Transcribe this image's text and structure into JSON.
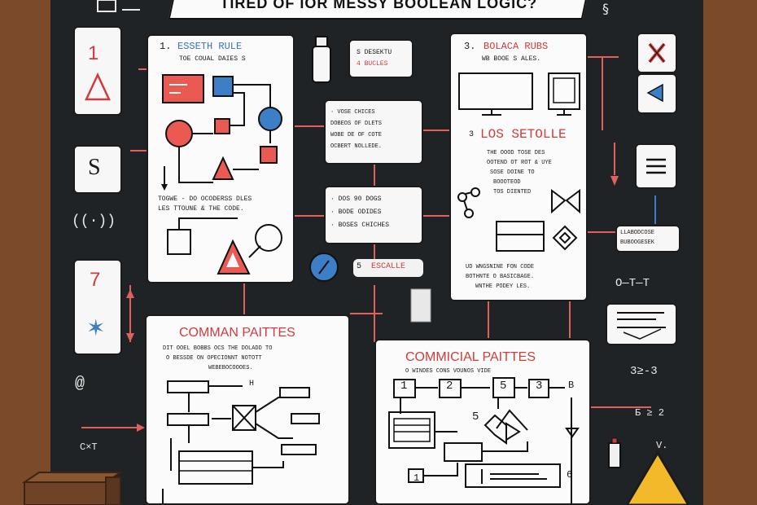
{
  "title": "TIRED OF IOR MESSY BOOLEAN LOGIC?",
  "left_rail": {
    "items": [
      {
        "label": "1"
      },
      {
        "label": "S"
      },
      {
        "label": "((·))"
      },
      {
        "label": "7"
      },
      {
        "label": "@"
      },
      {
        "label": "C×T"
      }
    ]
  },
  "card_essential": {
    "number": "1.",
    "heading": "ESSETH RULE",
    "subheading": "TOE COUAL DAIES S",
    "caption_line1": "TOGWE - DO OCODERSS DLES",
    "caption_line2": "LES TTOUNE & THE CODE."
  },
  "note_top_mid": {
    "line1": "S DESEKTU",
    "line2": "4 BUCLES"
  },
  "note_mid_text": {
    "line1": "· VOSE CHICES",
    "line2": "DOBEOS OF DLETS",
    "line3": "WOBE DE OF COTE",
    "line4": "OCBERT NOLLEDE."
  },
  "note_mid_list": {
    "line1": "· DOS 90 DOGS",
    "line2": "· BODE ODIDES",
    "line3": "· BOSES CHICHES"
  },
  "escalle": {
    "number": "5",
    "label": "ESCALLE"
  },
  "card_boolean": {
    "number": "3.",
    "heading": "BOLACA RUBS",
    "subheading": "WB BOOE S ALES.",
    "section_number": "3",
    "section_heading": "LOS SETOLLE",
    "para_line1": "THE OOOD TOSE DES",
    "para_line2": "OOTEND OT ROT & UYE",
    "para_line3": "SOSE DOINE TO",
    "para_line4": "BOOOTEOD",
    "para_line5": "TOS DIENTED",
    "foot_line1": "UD WNGSNINE FON CODE",
    "foot_line2": "BOTHNTE O BASICBAGE.",
    "foot_line3": "WNTHE PODEY LES."
  },
  "card_common": {
    "heading": "COMMAN PAITTES",
    "intro_line1": "DIT OOEL BOBBS OCS THE DOLADD TO",
    "intro_line2": "O BESSDE ON OPECIONNT NOTOTT",
    "intro_line3": "WEBEBOCOOOES.",
    "arrow_label": "H"
  },
  "card_commercial": {
    "heading": "COMMICIAL PAITTES",
    "intro": "O WINDES CONS VOUNOS VIDE",
    "boxes": [
      "1",
      "2",
      "5",
      "3"
    ],
    "side_label": "B",
    "mid_label": "5",
    "bottom_box": "1",
    "right_label": "6"
  },
  "right_rail": {
    "note_line1": "LLABODCOSE",
    "note_line2": "BUBOOGESEK",
    "formula1": "O—T—T",
    "formula2": "3≥-3",
    "formula3": "Б ≥ 2",
    "formula4": "V."
  }
}
